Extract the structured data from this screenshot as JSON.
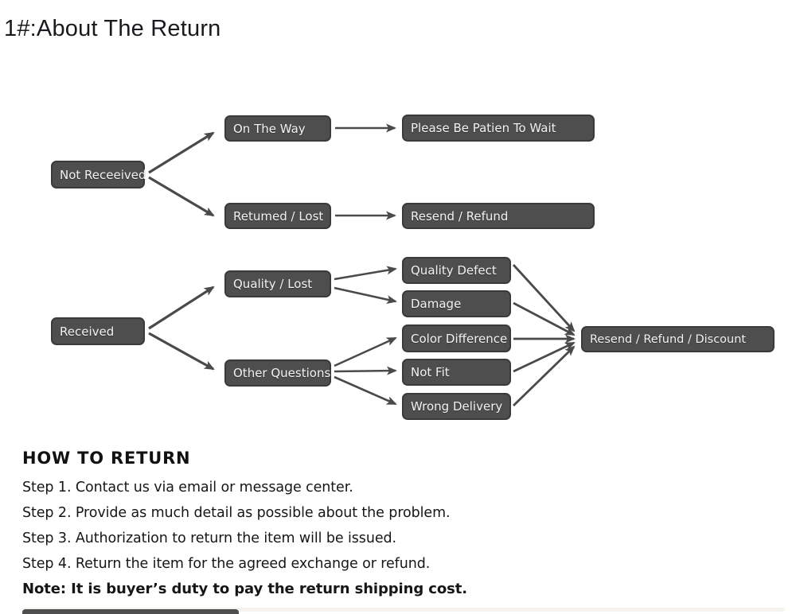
{
  "page": {
    "title": "1#:About The Return"
  },
  "flowchart": {
    "box_bg": "#4e4e4e",
    "box_border": "#3a3a3a",
    "arrow_color": "#4a4a4a",
    "nodes": {
      "not_received": "Not Receeived",
      "on_the_way": "On The Way",
      "be_patient": "Please Be Patien To Wait",
      "returned_lost": "Retumed / Lost",
      "resend_refund": "Resend / Refund",
      "received": "Received",
      "quality_lost": "Quality / Lost",
      "other_questions": "Other Questions",
      "quality_defect": "Quality Defect",
      "damage": "Damage",
      "color_difference": "Color Difference",
      "not_fit": "Not Fit",
      "wrong_delivery": "Wrong Delivery",
      "resend_refund_discount": "Resend / Refund / Discount"
    },
    "edges": [
      {
        "from": "not_received",
        "to": "on_the_way"
      },
      {
        "from": "not_received",
        "to": "returned_lost"
      },
      {
        "from": "on_the_way",
        "to": "be_patient"
      },
      {
        "from": "returned_lost",
        "to": "resend_refund"
      },
      {
        "from": "received",
        "to": "quality_lost"
      },
      {
        "from": "received",
        "to": "other_questions"
      },
      {
        "from": "quality_lost",
        "to": "quality_defect"
      },
      {
        "from": "quality_lost",
        "to": "damage"
      },
      {
        "from": "other_questions",
        "to": "color_difference"
      },
      {
        "from": "other_questions",
        "to": "not_fit"
      },
      {
        "from": "other_questions",
        "to": "wrong_delivery"
      },
      {
        "from": "quality_defect",
        "to": "resend_refund_discount"
      },
      {
        "from": "damage",
        "to": "resend_refund_discount"
      },
      {
        "from": "color_difference",
        "to": "resend_refund_discount"
      },
      {
        "from": "not_fit",
        "to": "resend_refund_discount"
      },
      {
        "from": "wrong_delivery",
        "to": "resend_refund_discount"
      }
    ]
  },
  "how_to_return": {
    "heading": "HOW TO RETURN",
    "steps": [
      "Step 1. Contact us via email or message center.",
      "Step 2. Provide as much detail as possible about the problem.",
      "Step 3. Authorization to return the item will be issued.",
      "Step 4. Return the item for the agreed exchange or refund."
    ],
    "note": "Note: It is buyer’s duty to pay the return shipping cost."
  }
}
